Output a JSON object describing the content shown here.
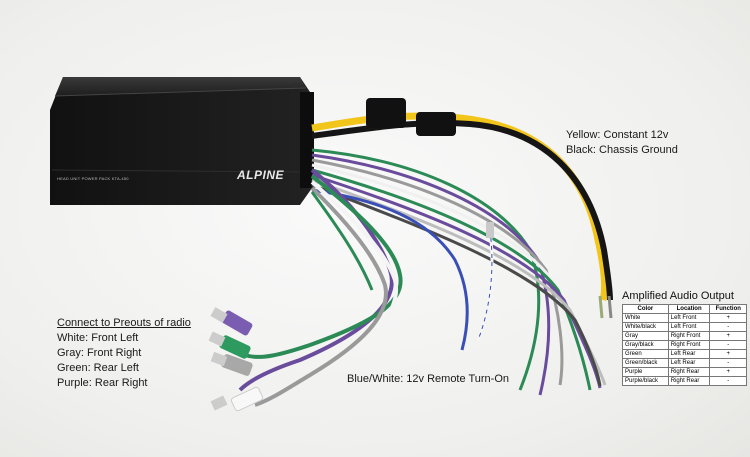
{
  "labels": {
    "yellow": "Yellow:  Constant 12v",
    "black": "Black:  Chassis Ground",
    "blue_white": "Blue/White:  12v Remote Turn-On"
  },
  "preouts": {
    "title": "Connect to Preouts of radio",
    "lines": [
      "White:  Front Left",
      "Gray:  Front Right",
      "Green:  Rear Left",
      "Purple:  Rear Right"
    ]
  },
  "amplified_output": {
    "title": "Amplified Audio Output",
    "headers": [
      "Color",
      "Location",
      "Function"
    ],
    "rows": [
      [
        "White",
        "Left Front",
        "+"
      ],
      [
        "White/black",
        "Left Front",
        "-"
      ],
      [
        "Gray",
        "Right Front",
        "+"
      ],
      [
        "Gray/black",
        "Right Front",
        "-"
      ],
      [
        "Green",
        "Left Rear",
        "+"
      ],
      [
        "Green/black",
        "Left Rear",
        "-"
      ],
      [
        "Purple",
        "Right Rear",
        "+"
      ],
      [
        "Purple/black",
        "Right Rear",
        "-"
      ]
    ]
  },
  "device": {
    "logo": "ALPINE",
    "model_text": "HEAD UNIT POWER PACK  KTA-450"
  },
  "colors": {
    "background": "#f4f4f2",
    "amp_body": "#1b1b1b",
    "yellow_wire": "#f2c51a",
    "black_wire": "#151515",
    "green_wire": "#2b8a55",
    "purple_wire": "#6a4c9c",
    "gray_wire": "#9a9a9a",
    "white_wire": "#f7f7f7",
    "blue_wire": "#3a4fb5"
  }
}
